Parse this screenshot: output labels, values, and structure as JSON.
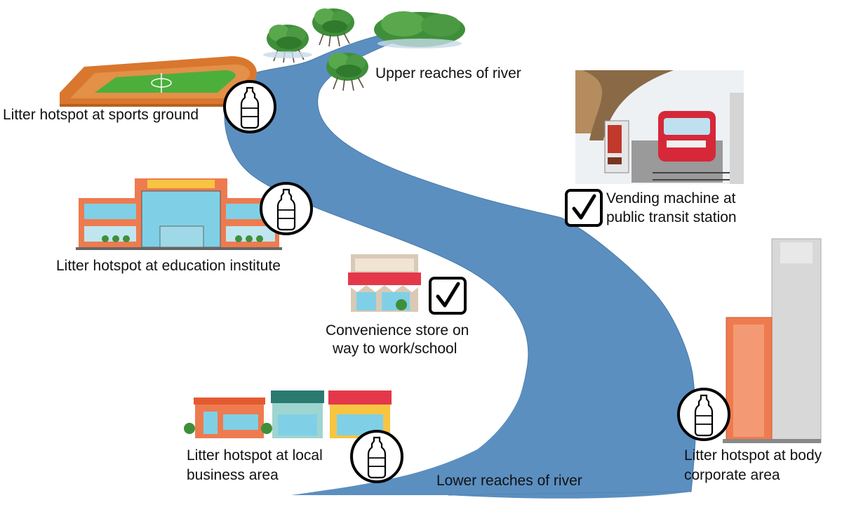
{
  "labels": {
    "upper_river": "Upper reaches of river",
    "lower_river": "Lower reaches of river",
    "sports_ground": "Litter hotspot at sports ground",
    "education": "Litter hotspot at education institute",
    "convenience_line1": "Convenience store on",
    "convenience_line2": "way to work/school",
    "vending_line1": "Vending machine at",
    "vending_line2": "public transit station",
    "local_business_line1": "Litter hotspot at local",
    "local_business_line2": "business area",
    "body_corporate_line1": "Litter hotspot at body",
    "body_corporate_line2": "corporate area"
  },
  "icons": {
    "litter_marker": "plastic-bottle-icon",
    "positive_marker": "checkmark-box-icon"
  },
  "colors": {
    "river": "#5b8fc0",
    "river_edge": "#4a7aa8",
    "foliage": "#3f8f3a",
    "track": "#d9772e",
    "field": "#4caf3c",
    "building_orange": "#ee7b4f",
    "building_glass": "#7fd0e6",
    "train": "#d62839",
    "tower": "#d8d8d8"
  }
}
